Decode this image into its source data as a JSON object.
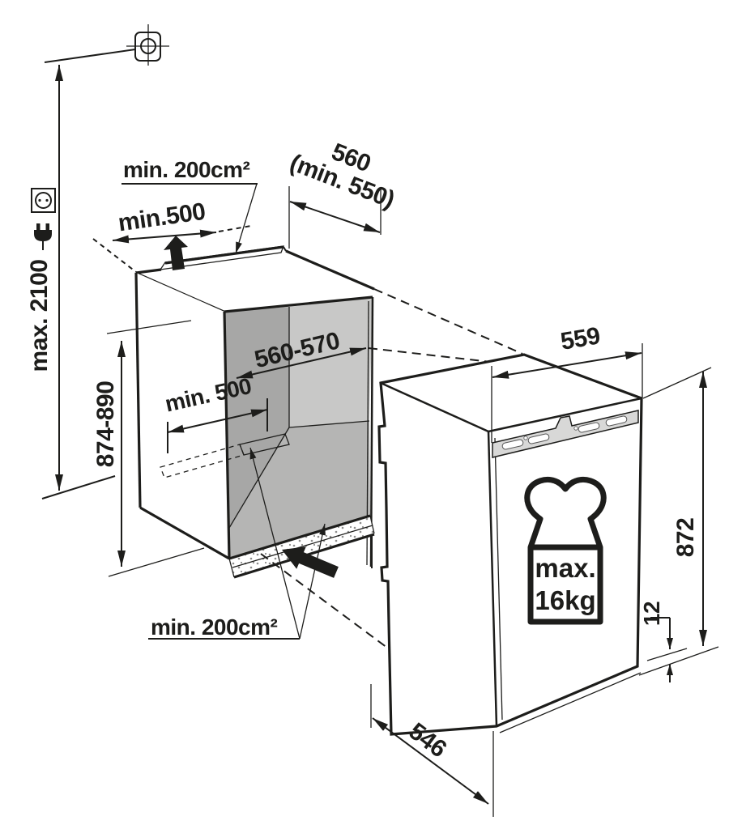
{
  "diagram": {
    "kind": "built-in appliance installation dimension drawing",
    "labels": {
      "ceiling_height": "max. 2100",
      "top_vent_area": "min. 200cm²",
      "top_clearance": "min.500",
      "niche_depth_value": "560",
      "niche_depth_min": "(min. 550)",
      "niche_width": "560-570",
      "rear_wall_clearance": "min. 500",
      "niche_height": "874-890",
      "appliance_width": "559",
      "appliance_height": "872",
      "plinth_gap": "12",
      "door_weight_line1": "max.",
      "door_weight_line2": "16kg",
      "bottom_vent_area": "min. 200cm²",
      "appliance_depth": "546"
    },
    "icons": {
      "ceiling_fixing": "ceiling-fixing-crosshair",
      "power_socket": "power-socket",
      "power_plug": "power-plug",
      "airflow_top": "airflow-arrow-up",
      "airflow_bottom": "airflow-arrow-front",
      "weight": "max-door-weight"
    },
    "colors": {
      "line": "#1d1d1b",
      "background": "#ffffff",
      "interior_side_wall": "#a7a7a6",
      "interior_back_wall": "#c8c8c7",
      "interior_floor": "#b5b5b4",
      "mounting_strip": "#d8d8d7"
    }
  }
}
